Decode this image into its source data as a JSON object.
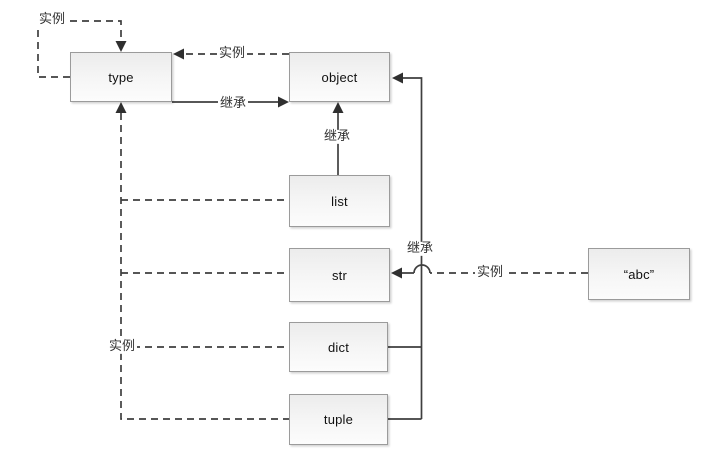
{
  "diagram": {
    "description": "Python type/instance relationship diagram",
    "nodes": [
      {
        "id": "type",
        "label": "type"
      },
      {
        "id": "object",
        "label": "object"
      },
      {
        "id": "list",
        "label": "list"
      },
      {
        "id": "str",
        "label": "str"
      },
      {
        "id": "dict",
        "label": "dict"
      },
      {
        "id": "tuple",
        "label": "tuple"
      },
      {
        "id": "abc",
        "label": "“abc”"
      }
    ],
    "edges": [
      {
        "id": "type-self",
        "from": "type",
        "to": "type",
        "label": "实例",
        "style": "dashed"
      },
      {
        "id": "object-to-type",
        "from": "object",
        "to": "type",
        "label": "实例",
        "style": "dashed"
      },
      {
        "id": "type-to-object",
        "from": "type",
        "to": "object",
        "label": "继承",
        "style": "solid"
      },
      {
        "id": "list-to-object",
        "from": "list",
        "to": "object",
        "label": "继承",
        "style": "solid"
      },
      {
        "id": "dict-tuple-to-object",
        "from": "dict, tuple",
        "to": "object",
        "label": "继承",
        "style": "solid"
      },
      {
        "id": "abc-to-str",
        "from": "abc",
        "to": "str",
        "label": "实例",
        "style": "dashed"
      },
      {
        "id": "subtypes-to-type",
        "from": "list, str, dict, tuple",
        "to": "type",
        "label": "实例",
        "style": "dashed"
      }
    ],
    "colors": {
      "background": "#ffffff",
      "line": "#3f3f3f",
      "arrowhead": "#2f2f2f",
      "box_border": "#9b9b9b",
      "box_fill_top": "#ececec",
      "box_fill_bottom": "#fcfcfc",
      "text": "#111111",
      "edge_label_text": "#333333"
    }
  }
}
